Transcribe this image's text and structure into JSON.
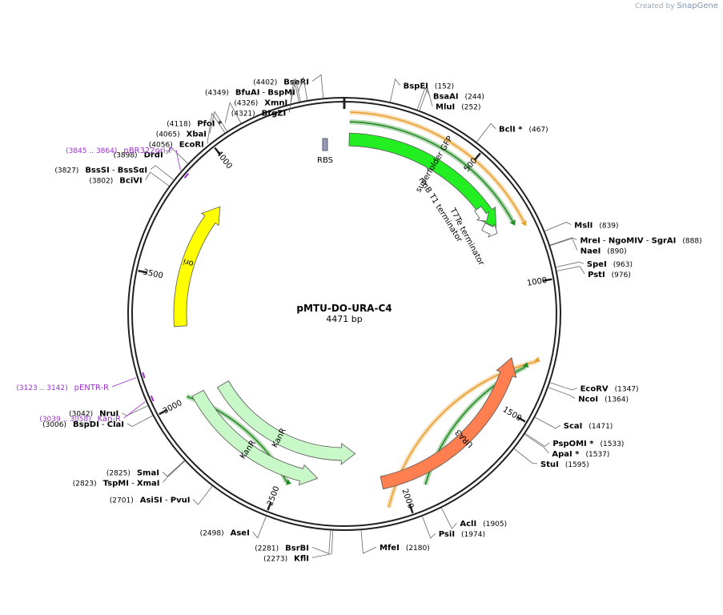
{
  "credit": {
    "prefix": "Created by",
    "brand": "SnapGene"
  },
  "plasmid": {
    "name": "pMTU-DO-URA-C4",
    "length": 4471,
    "length_label": "4471 bp"
  },
  "scale_ticks": [
    {
      "pos": 500,
      "label": "500"
    },
    {
      "pos": 1000,
      "label": "1000"
    },
    {
      "pos": 1500,
      "label": "1500"
    },
    {
      "pos": 2000,
      "label": "2000"
    },
    {
      "pos": 2500,
      "label": "2500"
    },
    {
      "pos": 3000,
      "label": "3000"
    },
    {
      "pos": 3500,
      "label": "3500"
    },
    {
      "pos": 4000,
      "label": "4000"
    }
  ],
  "sites": [
    {
      "pos": 152,
      "names": [
        "BspEI"
      ],
      "number": "(152)"
    },
    {
      "pos": 244,
      "names": [
        "BsaAI"
      ],
      "number": "(244)"
    },
    {
      "pos": 252,
      "names": [
        "MluI"
      ],
      "number": "(252)"
    },
    {
      "pos": 467,
      "names": [
        "BclI *"
      ],
      "number": "(467)"
    },
    {
      "pos": 839,
      "names": [
        "MslI"
      ],
      "number": "(839)"
    },
    {
      "pos": 888,
      "names": [
        "MreI",
        "NgoMIV",
        "SgrAI"
      ],
      "number": "(888)"
    },
    {
      "pos": 890,
      "names": [
        "NaeI"
      ],
      "number": "(890)"
    },
    {
      "pos": 963,
      "names": [
        "SpeI"
      ],
      "number": "(963)"
    },
    {
      "pos": 976,
      "names": [
        "PstI"
      ],
      "number": "(976)"
    },
    {
      "pos": 1347,
      "names": [
        "EcoRV"
      ],
      "number": "(1347)"
    },
    {
      "pos": 1364,
      "names": [
        "NcoI"
      ],
      "number": "(1364)"
    },
    {
      "pos": 1471,
      "names": [
        "ScaI"
      ],
      "number": "(1471)"
    },
    {
      "pos": 1533,
      "names": [
        "PspOMI *"
      ],
      "number": "(1533)"
    },
    {
      "pos": 1537,
      "names": [
        "ApaI *"
      ],
      "number": "(1537)"
    },
    {
      "pos": 1595,
      "names": [
        "StuI"
      ],
      "number": "(1595)"
    },
    {
      "pos": 1905,
      "names": [
        "AclI"
      ],
      "number": "(1905)"
    },
    {
      "pos": 1974,
      "names": [
        "PsiI"
      ],
      "number": "(1974)"
    },
    {
      "pos": 2180,
      "names": [
        "MfeI"
      ],
      "number": "(2180)"
    },
    {
      "pos": 2273,
      "names": [
        "KflI"
      ],
      "number": "(2273)"
    },
    {
      "pos": 2281,
      "names": [
        "BsrBI"
      ],
      "number": "(2281)"
    },
    {
      "pos": 2498,
      "names": [
        "AseI"
      ],
      "number": "(2498)"
    },
    {
      "pos": 2701,
      "names": [
        "AsiSI",
        "PvuI"
      ],
      "number": "(2701)"
    },
    {
      "pos": 2823,
      "names": [
        "TspMI",
        "XmaI"
      ],
      "number": "(2823)"
    },
    {
      "pos": 2825,
      "names": [
        "SmaI"
      ],
      "number": "(2825)"
    },
    {
      "pos": 3006,
      "names": [
        "BspDI",
        "ClaI"
      ],
      "number": "(3006)"
    },
    {
      "pos": 3042,
      "names": [
        "NruI"
      ],
      "number": "(3042)"
    },
    {
      "pos": 3802,
      "names": [
        "BciVI"
      ],
      "number": "(3802)"
    },
    {
      "pos": 3827,
      "names": [
        "BssSI",
        "BssSαI"
      ],
      "number": "(3827)"
    },
    {
      "pos": 3898,
      "names": [
        "DrdI"
      ],
      "number": "(3898)"
    },
    {
      "pos": 4056,
      "names": [
        "EcoRI"
      ],
      "number": "(4056)"
    },
    {
      "pos": 4065,
      "names": [
        "XbaI"
      ],
      "number": "(4065)"
    },
    {
      "pos": 4118,
      "names": [
        "PfoI *"
      ],
      "number": "(4118)"
    },
    {
      "pos": 4321,
      "names": [
        "BtgZI"
      ],
      "number": "(4321)"
    },
    {
      "pos": 4326,
      "names": [
        "XmnI"
      ],
      "number": "(4326)"
    },
    {
      "pos": 4349,
      "names": [
        "BfuAI",
        "BspMI"
      ],
      "number": "(4349)"
    },
    {
      "pos": 4402,
      "names": [
        "BseRI"
      ],
      "number": "(4402)"
    }
  ],
  "primers": [
    {
      "range": "(3845 .. 3864)",
      "name": "pBR322ori-F",
      "color": "#9b30d0"
    },
    {
      "range": "(3123 .. 3142)",
      "name": "pENTR-R",
      "color": "#9b30d0"
    },
    {
      "range": "(3039 .. 3058)",
      "name": "Kan-R",
      "color": "#9b30d0"
    }
  ],
  "features": [
    {
      "name": "superfolder GFP",
      "start": 20,
      "end": 750,
      "direction": "cw",
      "color": "#22ee22"
    },
    {
      "name": "URA3",
      "start": 1300,
      "end": 2080,
      "direction": "ccw",
      "color": "#ff7f50"
    },
    {
      "name": "KanR",
      "start": 2180,
      "end": 2980,
      "direction": "ccw",
      "color": "#c8f8c8"
    },
    {
      "name": "KanR",
      "start": 2350,
      "end": 3000,
      "direction": "ccw",
      "color": "#c8f8c8"
    },
    {
      "name": "ori",
      "start": 3300,
      "end": 3860,
      "direction": "cw",
      "color": "#ffff00"
    },
    {
      "name": "RBS",
      "start": 5,
      "end": 18,
      "direction": "none",
      "color": "#9999bb"
    },
    {
      "name": "rrnB T1 terminator",
      "start": 755,
      "end": 800,
      "direction": "none",
      "color": "#ffffff"
    },
    {
      "name": "T7Te terminator",
      "start": 815,
      "end": 840,
      "direction": "none",
      "color": "#ffffff"
    }
  ],
  "colors": {
    "ring": "#222222",
    "leader": "#555555",
    "primer": "#9b30d0",
    "orf_orange": "#e8a030",
    "orf_green": "#228b22"
  }
}
